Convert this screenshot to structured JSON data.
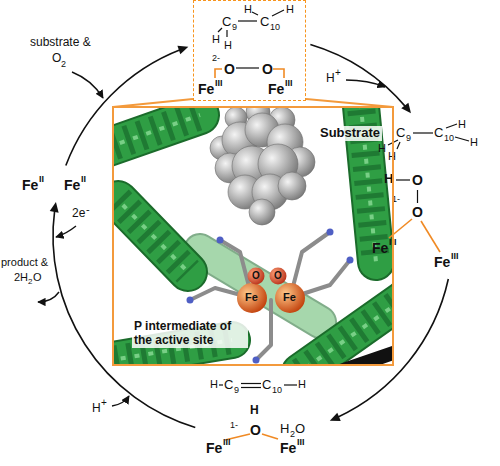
{
  "diagram": {
    "nodes": [
      {
        "text": [
          "H",
          "H",
          "C",
          "9",
          "C",
          "10",
          "H",
          "H",
          "2-",
          "O",
          "O",
          "Fe",
          "III",
          "Fe",
          "III"
        ]
      },
      {
        "text": [
          "H",
          "H",
          "C",
          "9",
          "C",
          "10",
          "H",
          "H",
          "H",
          "O",
          "1-",
          "O",
          "Fe",
          "III",
          "Fe",
          "III"
        ]
      },
      {
        "text": [
          "H",
          "C",
          "9",
          "C",
          "10",
          "H",
          "H",
          "1-",
          "O",
          "H",
          "2",
          "O",
          "Fe",
          "III",
          "Fe",
          "III"
        ]
      },
      {
        "text": [
          "Fe",
          "II",
          "Fe",
          "II"
        ]
      },
      {
        "text": [
          "Substrate",
          "P intermediate of the active site"
        ]
      }
    ],
    "edges": [
      {
        "from": 3,
        "to": 0,
        "arrow": "to"
      },
      {
        "from": 0,
        "to": 1,
        "arrow": "to"
      },
      {
        "from": 1,
        "to": 2,
        "arrow": "to"
      },
      {
        "from": 2,
        "to": 3,
        "arrow": "to"
      }
    ],
    "labels": [
      "substrate &",
      "O",
      "2",
      "H",
      "+",
      "2e",
      "-",
      "product &",
      "2H",
      "2",
      "O",
      "H",
      "+",
      "O",
      "O",
      "Fe",
      "Fe"
    ]
  }
}
